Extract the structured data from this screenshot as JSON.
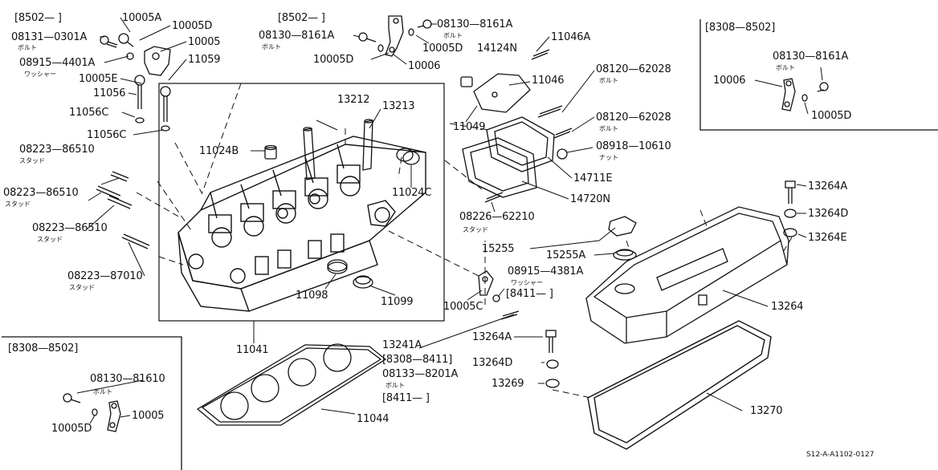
{
  "diagram": {
    "reference_code": "S12-A-A1102-0127",
    "top_left_group": {
      "date_range": "[8502—       ]",
      "labels": [
        "10005A",
        "10005D",
        "08131—0301A",
        "10005",
        "08915—4401A",
        "11059",
        "10005E",
        "11056",
        "11056C",
        "11056C"
      ],
      "subtexts": [
        "ボルト",
        "ワッシャー"
      ]
    },
    "top_mid_group": {
      "date_range": "[8502—       ]",
      "labels": [
        "08130—8161A",
        "08130—8161A",
        "10005D",
        "10005D",
        "10006",
        "14124N"
      ],
      "subtexts": [
        "ボルト",
        "ボルト"
      ]
    },
    "top_right_box": {
      "date_range": "[8308—8502]",
      "labels": [
        "08130—8161A",
        "10006",
        "10005D"
      ],
      "subtexts": [
        "ボルト"
      ]
    },
    "bottom_left_box": {
      "date_range": "[8308—8502]",
      "labels": [
        "08130—81610",
        "10005D",
        "10005"
      ],
      "subtexts": [
        "ボルト"
      ]
    },
    "left_studs": {
      "labels": [
        "08223—86510",
        "08223—86510",
        "08223—86510",
        "08223—87010"
      ],
      "subtexts": [
        "スタッド",
        "スタッド",
        "スタッド",
        "スタッド"
      ]
    },
    "head_parts": {
      "labels": [
        "13212",
        "13213",
        "11024B",
        "11024C",
        "11098",
        "11099",
        "11041",
        "11044"
      ]
    },
    "cover_parts": {
      "labels": [
        "11046A",
        "11046",
        "11049",
        "08120—62028",
        "08120—62028",
        "08918—10610",
        "14711E",
        "14720N",
        "08226—62210"
      ],
      "subtexts": [
        "ボルト",
        "ボルト",
        "ナット",
        "スタッド"
      ]
    },
    "rocker_parts": {
      "labels": [
        "13264A",
        "13264D",
        "13264E",
        "15255",
        "15255A",
        "08915—4381A",
        "[8411—          ]",
        "10005C",
        "13264",
        "13241A",
        "[8308—8411]",
        "08133—8201A",
        "[8411—          ]",
        "13264A",
        "13264D",
        "13269",
        "13270"
      ],
      "subtexts": [
        "ワッシャー",
        "ボルト"
      ]
    }
  }
}
